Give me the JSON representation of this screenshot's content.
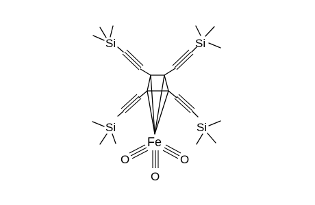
{
  "molecule": {
    "center_atom": "Fe",
    "silyl_label": "Si",
    "carbonyl_oxygen": "O"
  }
}
